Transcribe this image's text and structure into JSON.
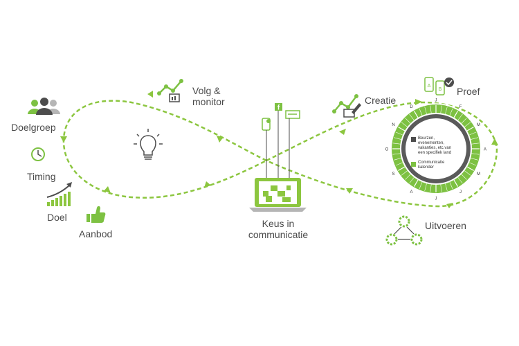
{
  "labels": {
    "doelgroep": "Doelgroep",
    "timing": "Timing",
    "doel": "Doel",
    "aanbod": "Aanbod",
    "volg_monitor_line1": "Volg &",
    "volg_monitor_line2": "monitor",
    "keus_line1": "Keus in",
    "keus_line2": "communicatie",
    "creatie": "Creatie",
    "proef": "Proef",
    "uitvoeren": "Uitvoeren"
  },
  "calendar": {
    "legend": [
      {
        "text": "Beurzen, evenementen, vakanties, etc.van een specifiek land",
        "color": "#4d4d4d"
      },
      {
        "text": "Communicatie kalender",
        "color": "#7dc142"
      }
    ],
    "letters": [
      "J",
      "F",
      "M",
      "A",
      "M",
      "J",
      "J",
      "A",
      "S",
      "O",
      "N",
      "D"
    ],
    "proef_labels": [
      "A",
      "B"
    ]
  },
  "colors": {
    "accent": "#7dc142",
    "dark": "#4d4d4d",
    "mid": "#8a8a8a",
    "light": "#b5b5b5",
    "loop": "#8cc63f"
  }
}
